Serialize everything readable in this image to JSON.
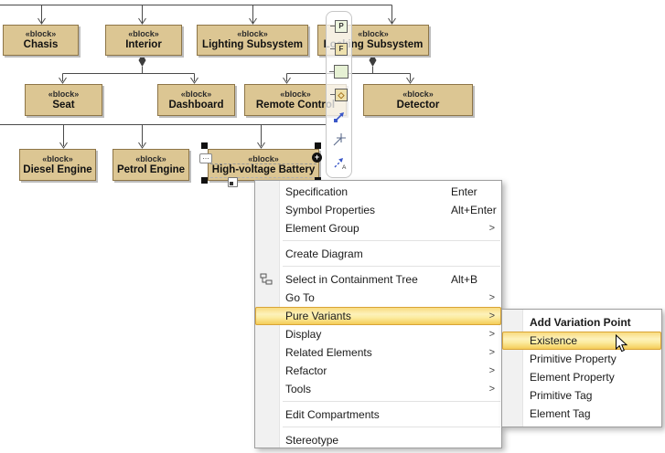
{
  "glyphs": {
    "chevron": ">",
    "ellipsis": "…",
    "plus": "+"
  },
  "diagram": {
    "stereotype_label": "«block»",
    "blocks": [
      {
        "name": "Chasis"
      },
      {
        "name": "Interior"
      },
      {
        "name": "Lighting Subsystem"
      },
      {
        "name": "Locking Subsystem"
      },
      {
        "name": "Seat"
      },
      {
        "name": "Dashboard"
      },
      {
        "name": "Remote Control"
      },
      {
        "name": "Detector"
      },
      {
        "name": "Diesel Engine"
      },
      {
        "name": "Petrol Engine"
      },
      {
        "name": "High-voltage Battery"
      }
    ],
    "selected_block": "High-voltage Battery",
    "colors": {
      "block_fill": "#dcc693",
      "block_border": "#8d7547",
      "line": "#4a4a4a"
    }
  },
  "manipulator_toolbar": {
    "icons": [
      {
        "name": "port-p-icon",
        "letter": "P"
      },
      {
        "name": "port-f-icon",
        "letter": "F"
      },
      {
        "name": "part-icon",
        "letter": ""
      },
      {
        "name": "value-port-icon",
        "letter": "◇"
      },
      {
        "name": "draw-relation-icon",
        "letter": ""
      },
      {
        "name": "pin-icon",
        "letter": ""
      },
      {
        "name": "draw-dependency-icon",
        "letter": "A"
      }
    ]
  },
  "context_menu": {
    "items": [
      {
        "label": "Specification",
        "shortcut": "Enter"
      },
      {
        "label": "Symbol Properties",
        "shortcut": "Alt+Enter"
      },
      {
        "label": "Element Group"
      },
      {
        "label": "Create Diagram"
      },
      {
        "label": "Select in Containment Tree",
        "shortcut": "Alt+B"
      },
      {
        "label": "Go To"
      },
      {
        "label": "Pure Variants"
      },
      {
        "label": "Display"
      },
      {
        "label": "Related Elements"
      },
      {
        "label": "Refactor"
      },
      {
        "label": "Tools"
      },
      {
        "label": "Edit Compartments"
      },
      {
        "label": "Stereotype"
      }
    ],
    "highlighted_item": "Pure Variants",
    "highlight_color": "#f3c84e"
  },
  "submenu": {
    "items": [
      {
        "label": "Add Variation Point"
      },
      {
        "label": "Existence"
      },
      {
        "label": "Primitive Property"
      },
      {
        "label": "Element Property"
      },
      {
        "label": "Primitive Tag"
      },
      {
        "label": "Element Tag"
      }
    ],
    "highlighted_item": "Existence"
  }
}
